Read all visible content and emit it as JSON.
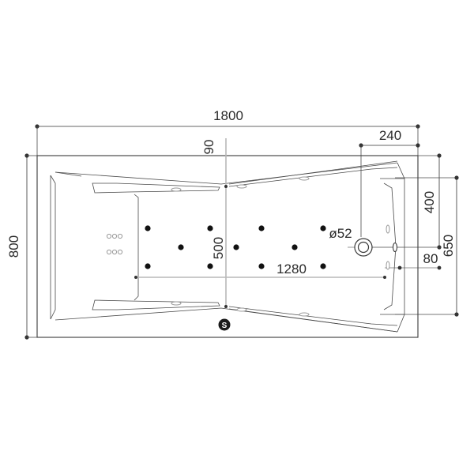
{
  "dimensions": {
    "overall_length": "1800",
    "overall_width": "800",
    "drain_offset_end": "240",
    "drain_offset_side": "400",
    "inner_width_right": "650",
    "drain_diameter": "ø52",
    "jet_spacing_end": "80",
    "jet_field_length": "1280",
    "jet_field_width": "500",
    "top_margin": "90"
  },
  "markers": {
    "side_mark": "S"
  }
}
